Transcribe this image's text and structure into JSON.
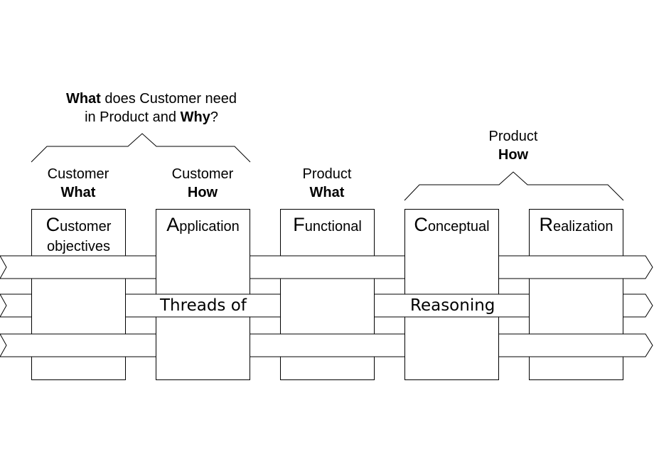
{
  "question": {
    "line1_bold": "What",
    "line1_rest": " does Customer need",
    "line2_pre": "in Product and ",
    "line2_bold": "Why",
    "line2_post": "?"
  },
  "product_how": {
    "line1": "Product",
    "line2": "How"
  },
  "view_labels": [
    {
      "line1": "Customer",
      "line2": "What"
    },
    {
      "line1": "Customer",
      "line2": "How"
    },
    {
      "line1": "Product",
      "line2": "What"
    }
  ],
  "boxes": [
    {
      "initial": "C",
      "rest": "ustomer",
      "line2": "objectives"
    },
    {
      "initial": "A",
      "rest": "pplication",
      "line2": ""
    },
    {
      "initial": "F",
      "rest": "unctional",
      "line2": ""
    },
    {
      "initial": "C",
      "rest": "onceptual",
      "line2": ""
    },
    {
      "initial": "R",
      "rest": "ealization",
      "line2": ""
    }
  ],
  "threads": {
    "left_text": "Threads of",
    "right_text": "Reasoning"
  },
  "colors": {
    "stroke": "#000000",
    "fill": "#ffffff",
    "text": "#000000"
  }
}
